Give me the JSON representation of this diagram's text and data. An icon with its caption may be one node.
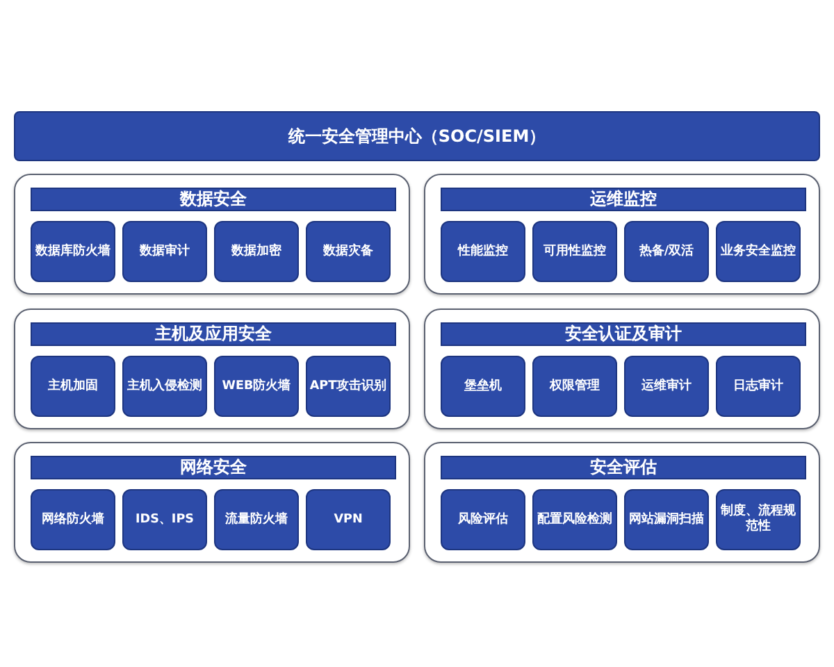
{
  "diagram": {
    "nodes": [
      {
        "text": [
          "统一安全管理中心（SOC/SIEM）"
        ]
      },
      {
        "text": [],
        "shape": "box"
      },
      {
        "text": [
          "数据安全"
        ],
        "in": 1
      },
      {
        "text": [
          "数据库防火墙"
        ],
        "in": 1
      },
      {
        "text": [
          "数据审计"
        ],
        "in": 1
      },
      {
        "text": [
          "数据加密"
        ],
        "in": 1
      },
      {
        "text": [
          "数据灾备"
        ],
        "in": 1
      },
      {
        "text": [],
        "shape": "box"
      },
      {
        "text": [
          "运维监控"
        ],
        "in": 7
      },
      {
        "text": [
          "性能监控"
        ],
        "in": 7
      },
      {
        "text": [
          "可用性监控"
        ],
        "in": 7
      },
      {
        "text": [
          "热备/双活"
        ],
        "in": 7
      },
      {
        "text": [
          "业务安全监控"
        ],
        "in": 7
      },
      {
        "text": [],
        "shape": "box"
      },
      {
        "text": [
          "主机及应用安全"
        ],
        "in": 13
      },
      {
        "text": [
          "主机加固"
        ],
        "in": 13
      },
      {
        "text": [
          "主机入侵检测"
        ],
        "in": 13
      },
      {
        "text": [
          "WEB防火墙"
        ],
        "in": 13
      },
      {
        "text": [
          "APT攻击识别"
        ],
        "in": 13
      },
      {
        "text": [],
        "shape": "box"
      },
      {
        "text": [
          "安全认证及审计"
        ],
        "in": 19
      },
      {
        "text": [
          "堡垒机"
        ],
        "in": 19
      },
      {
        "text": [
          "权限管理"
        ],
        "in": 19
      },
      {
        "text": [
          "运维审计"
        ],
        "in": 19
      },
      {
        "text": [
          "日志审计"
        ],
        "in": 19
      },
      {
        "text": [],
        "shape": "box"
      },
      {
        "text": [
          "网络安全"
        ],
        "in": 25
      },
      {
        "text": [
          "网络防火墙"
        ],
        "in": 25
      },
      {
        "text": [
          "IDS、IPS"
        ],
        "in": 25
      },
      {
        "text": [
          "流量防火墙"
        ],
        "in": 25
      },
      {
        "text": [
          "VPN"
        ],
        "in": 25
      },
      {
        "text": [],
        "shape": "box"
      },
      {
        "text": [
          "安全评估"
        ],
        "in": 31
      },
      {
        "text": [
          "风险评估"
        ],
        "in": 31
      },
      {
        "text": [
          "配置风险检测"
        ],
        "in": 31
      },
      {
        "text": [
          "网站漏洞扫描"
        ],
        "in": 31
      },
      {
        "text": [
          "制度、流程规范性"
        ],
        "in": 31
      }
    ]
  }
}
